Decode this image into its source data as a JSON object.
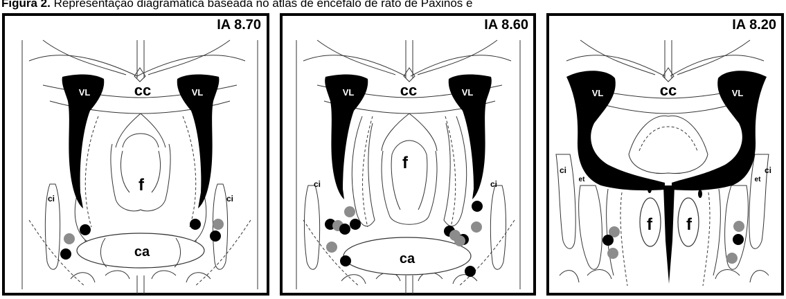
{
  "caption": {
    "label": "Figura 2.",
    "text": "Representação diagramática baseada no atlas de encéfalo de rato de Paxinos e"
  },
  "panels": [
    {
      "title": "IA 8.70",
      "labels": {
        "cc": "cc",
        "vl_left": "VL",
        "vl_right": "VL",
        "f": "f",
        "ci_left": "ci",
        "ci_right": "ci",
        "ca": "ca"
      },
      "dots": [
        {
          "color": "black"
        },
        {
          "color": "gray"
        },
        {
          "color": "black"
        },
        {
          "color": "black"
        },
        {
          "color": "gray"
        },
        {
          "color": "black"
        }
      ]
    },
    {
      "title": "IA 8.60",
      "labels": {
        "cc": "cc",
        "vl_left": "VL",
        "vl_right": "VL",
        "f": "f",
        "ci_left": "ci",
        "ci_right": "ci",
        "ca": "ca"
      },
      "dots": [
        {
          "color": "gray"
        },
        {
          "color": "black"
        },
        {
          "color": "gray"
        },
        {
          "color": "black"
        },
        {
          "color": "black"
        },
        {
          "color": "gray"
        },
        {
          "color": "black"
        },
        {
          "color": "black"
        },
        {
          "color": "gray"
        },
        {
          "color": "black"
        },
        {
          "color": "gray"
        },
        {
          "color": "black"
        },
        {
          "color": "gray"
        },
        {
          "color": "black"
        }
      ]
    },
    {
      "title": "IA 8.20",
      "labels": {
        "cc": "cc",
        "vl_left": "VL",
        "vl_right": "VL",
        "f_left": "f",
        "f_right": "f",
        "ci_left": "ci",
        "ci_right": "ci",
        "et_left": "et",
        "et_right": "et"
      },
      "dots": [
        {
          "color": "gray"
        },
        {
          "color": "black"
        },
        {
          "color": "gray"
        },
        {
          "color": "gray"
        },
        {
          "color": "black"
        },
        {
          "color": "gray"
        }
      ]
    }
  ],
  "colors": {
    "black_dot": "#000000",
    "gray_dot": "#8c8c8c",
    "ventricle": "#000000",
    "line": "#333333"
  }
}
